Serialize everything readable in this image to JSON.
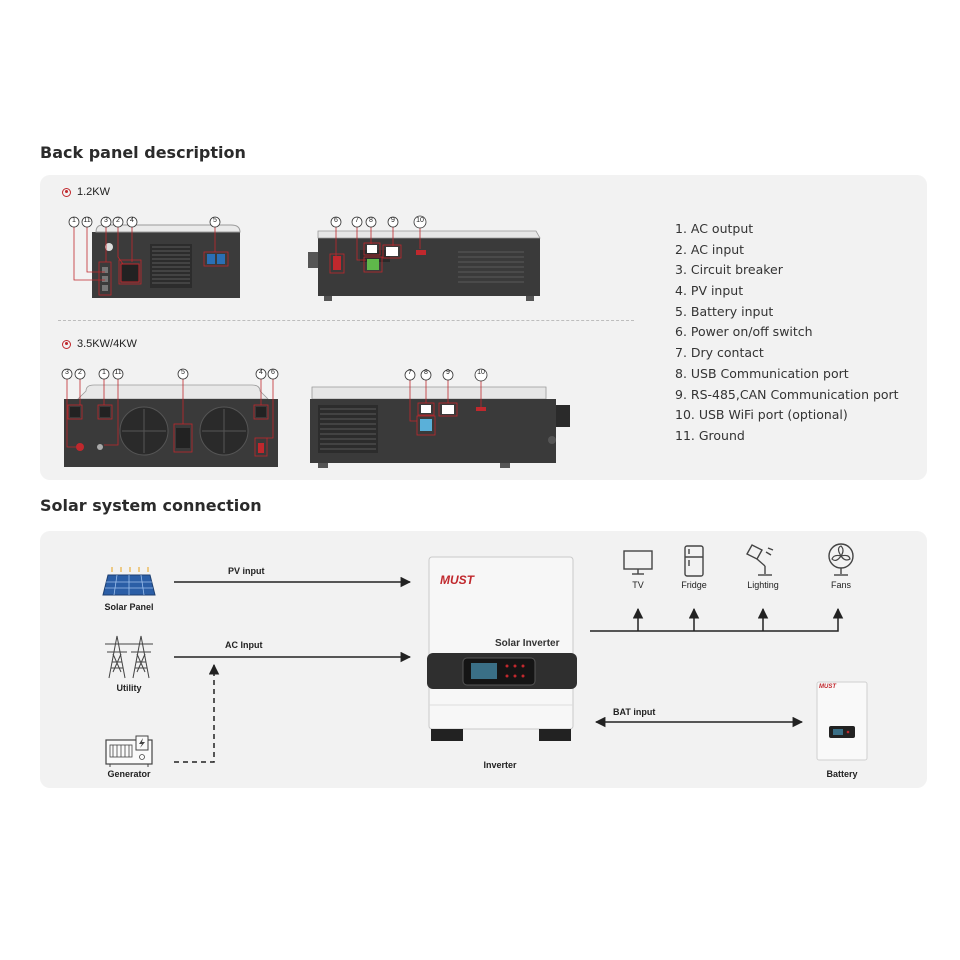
{
  "back_panel": {
    "title": "Back panel description",
    "models": [
      {
        "label": "1.2KW",
        "front_callouts": [
          "1",
          "11",
          "3",
          "2",
          "4",
          "5"
        ],
        "side_callouts": [
          "6",
          "7",
          "8",
          "9",
          "10"
        ]
      },
      {
        "label": "3.5KW/4KW",
        "front_callouts": [
          "3",
          "2",
          "1",
          "11",
          "5",
          "4",
          "6"
        ],
        "side_callouts": [
          "7",
          "8",
          "9",
          "10"
        ]
      }
    ],
    "legend": [
      "1.   AC output",
      "2.   AC input",
      "3.   Circuit breaker",
      "4.   PV input",
      "5.   Battery input",
      "6.   Power on/off switch",
      "7.   Dry contact",
      "8.   USB Communication port",
      "9.   RS-485,CAN Communication port",
      "10. USB WiFi port (optional)",
      "11. Ground"
    ]
  },
  "solar_connection": {
    "title": "Solar system connection",
    "sources": {
      "solar_panel": "Solar Panel",
      "utility": "Utility",
      "generator": "Generator"
    },
    "connections": {
      "pv": "PV input",
      "ac": "AC Input",
      "bat": "BAT input"
    },
    "inverter": {
      "label": "Inverter",
      "brand": "MUST",
      "product_text": "Solar Inverter"
    },
    "loads": [
      "TV",
      "Fridge",
      "Lighting",
      "Fans"
    ],
    "battery": {
      "label": "Battery",
      "brand": "MUST"
    }
  },
  "colors": {
    "accent_red": "#c0282d",
    "panel_bg": "#f2f2f2",
    "device_dark": "#3a3a3a",
    "line": "#222222"
  }
}
